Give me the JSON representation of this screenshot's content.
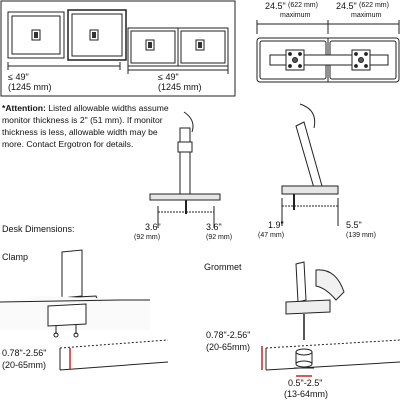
{
  "monitor_widths": {
    "left_value": "≤ 49\"",
    "left_value_mm": "(1245 mm)",
    "right_value": "≤ 49\"",
    "right_value_mm": "(1245 mm)"
  },
  "monitor_max": {
    "left_value": "24.5\"",
    "left_mm": "(622 mm)",
    "left_label": "maximum",
    "right_value": "24.5\"",
    "right_mm": "(622 mm)",
    "right_label": "maximum"
  },
  "attention": {
    "prefix": "*Attention:",
    "lines": [
      " Listed allowable widths assume",
      "monitor thickness is 2\" (51 mm). If monitor",
      "thickness is less, allowable width may be",
      "more. Contact Ergotron for details."
    ]
  },
  "offsets": {
    "left_a": "3.6\"",
    "left_a_mm": "(92 mm)",
    "left_b": "3.6\"",
    "left_b_mm": "(92 mm)",
    "right_a": "1.9\"",
    "right_a_mm": "(47 mm)",
    "right_b": "5.5\"",
    "right_b_mm": "(139 mm)"
  },
  "desk": {
    "heading": "Desk Dimensions:",
    "clamp_label": "Clamp",
    "clamp_thickness": "0.78\"-2.56\"",
    "clamp_thickness_mm": "(20-65mm)",
    "grommet_label": "Grommet",
    "grommet_thickness": "0.78\"-2.56\"",
    "grommet_thickness_mm": "(20-65mm)",
    "grommet_hole": "0.5\"-2.5\"",
    "grommet_hole_mm": "(13-64mm)"
  },
  "colors": {
    "line": "#222222",
    "dimension_accent": "#cc2222",
    "fill_light": "#f3f3f3",
    "fill_mid": "#dcdcdc"
  }
}
